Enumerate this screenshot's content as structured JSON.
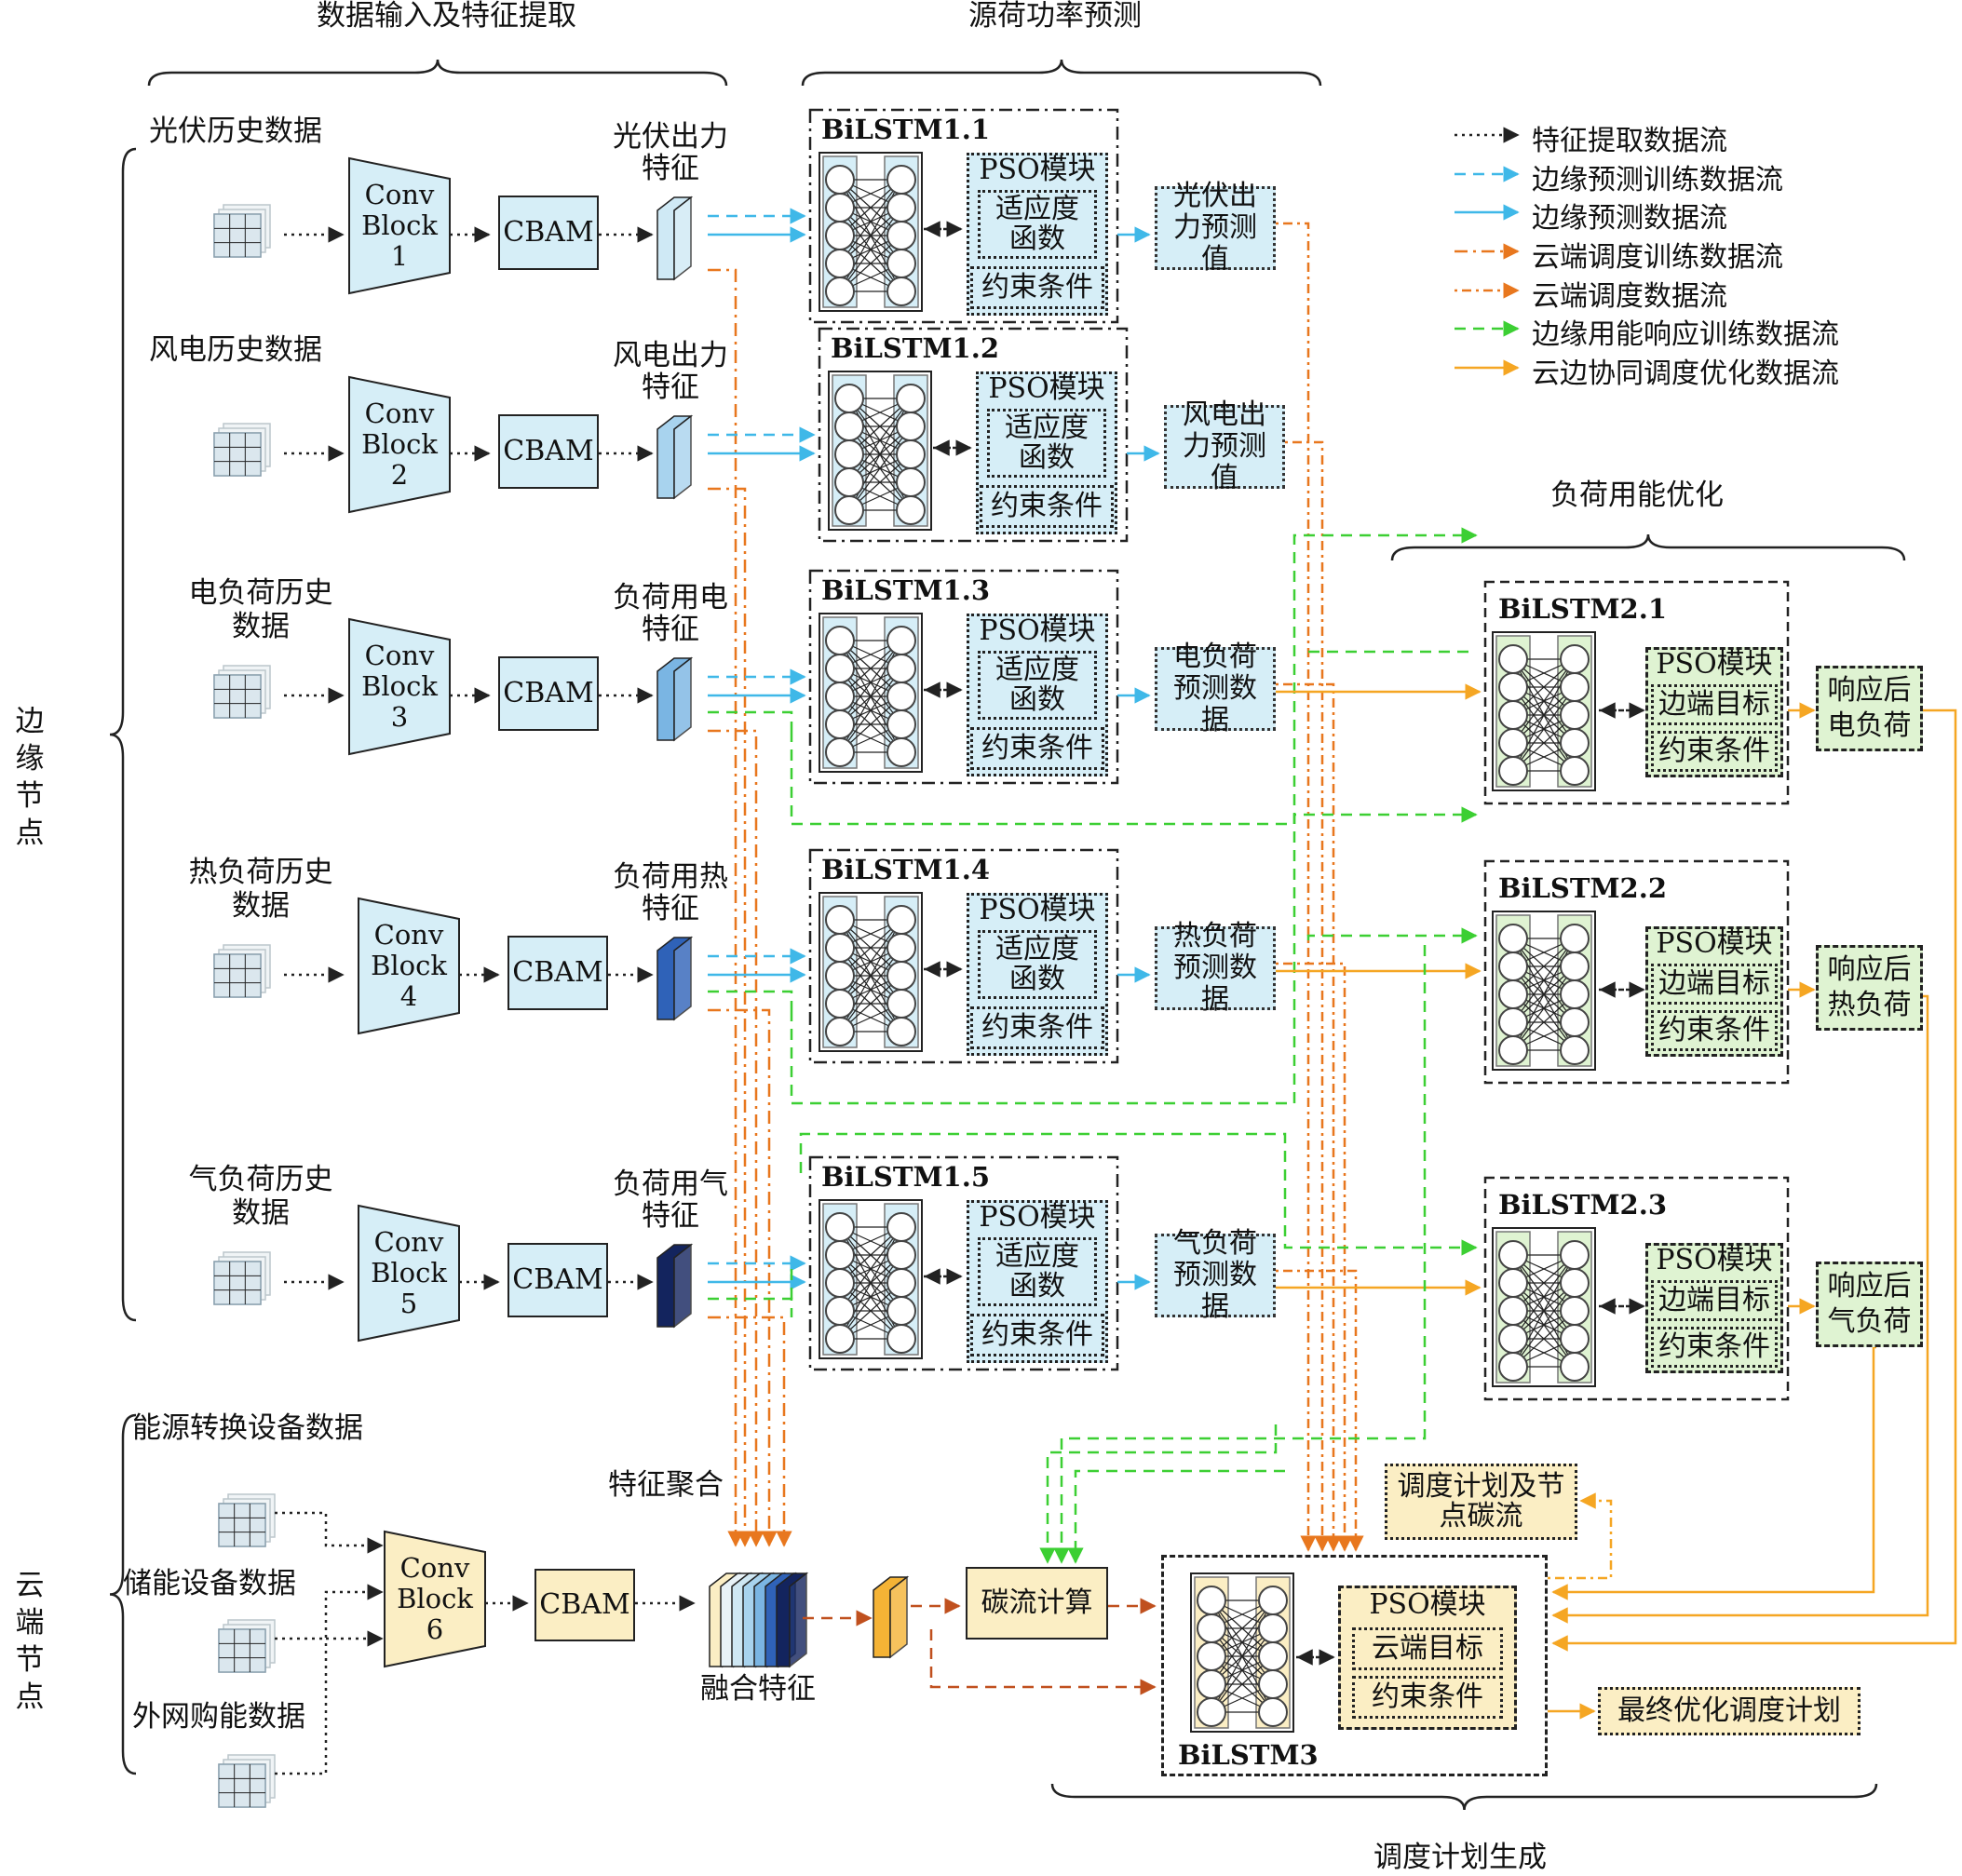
{
  "headers": {
    "input": "数据输入及特征提取",
    "forecast": "源荷功率预测",
    "load_opt": "负荷用能优化",
    "schedule": "调度计划生成"
  },
  "sides": {
    "edge": "边缘节点",
    "cloud": "云端节点"
  },
  "rows": [
    {
      "history": "光伏历史数据",
      "conv": [
        "Conv",
        "Block",
        "1"
      ],
      "feature": "光伏出力特征",
      "bilstm": "BiLSTM1.1",
      "output": "光伏出力预测值",
      "feat_color": "#cfe9f5"
    },
    {
      "history": "风电历史数据",
      "conv": [
        "Conv",
        "Block",
        "2"
      ],
      "feature": "风电出力特征",
      "bilstm": "BiLSTM1.2",
      "output": "风电出力预测值",
      "feat_color": "#a8d3ee"
    },
    {
      "history": "电负荷历史数据",
      "conv": [
        "Conv",
        "Block",
        "3"
      ],
      "feature": "负荷用电特征",
      "bilstm": "BiLSTM1.3",
      "output": "电负荷预测数据",
      "feat_color": "#7ab5e3"
    },
    {
      "history": "热负荷历史数据",
      "conv": [
        "Conv",
        "Block",
        "4"
      ],
      "feature": "负荷用热特征",
      "bilstm": "BiLSTM1.4",
      "output": "热负荷预测数据",
      "feat_color": "#2f62b8"
    },
    {
      "history": "气负荷历史数据",
      "conv": [
        "Conv",
        "Block",
        "5"
      ],
      "feature": "负荷用气特征",
      "bilstm": "BiLSTM1.5",
      "output": "气负荷预测数据",
      "feat_color": "#13245e"
    }
  ],
  "cbam": "CBAM",
  "pso": {
    "title": "PSO模块",
    "fitness": "适应度函数",
    "constraint": "约束条件",
    "edge_goal": "边端目标",
    "cloud_goal": "云端目标"
  },
  "load_models": [
    {
      "bilstm": "BiLSTM2.1",
      "output": "响应后电负荷"
    },
    {
      "bilstm": "BiLSTM2.2",
      "output": "响应后热负荷"
    },
    {
      "bilstm": "BiLSTM2.3",
      "output": "响应后气负荷"
    }
  ],
  "cloud": {
    "inputs": [
      "能源转换设备数据",
      "储能设备数据",
      "外网购能数据"
    ],
    "conv": [
      "Conv",
      "Block",
      "6"
    ],
    "cbam": "CBAM",
    "aggregation": "特征聚合",
    "fused": "融合特征",
    "carbon": "碳流计算",
    "plan_carbon": "调度计划及节点碳流",
    "bilstm": "BiLSTM3",
    "final": "最终优化调度计划"
  },
  "legend": [
    {
      "label": "特征提取数据流",
      "color": "#222222",
      "style": "dotted"
    },
    {
      "label": "边缘预测训练数据流",
      "color": "#3fb8e8",
      "style": "dashed"
    },
    {
      "label": "边缘预测数据流",
      "color": "#3fb8e8",
      "style": "solid"
    },
    {
      "label": "云端调度训练数据流",
      "color": "#e8771e",
      "style": "dashdot"
    },
    {
      "label": "云端调度数据流",
      "color": "#e8771e",
      "style": "dotdash"
    },
    {
      "label": "边缘用能响应训练数据流",
      "color": "#3ccf33",
      "style": "dashed"
    },
    {
      "label": "云边协同调度优化数据流",
      "color": "#f5a623",
      "style": "solid"
    }
  ]
}
